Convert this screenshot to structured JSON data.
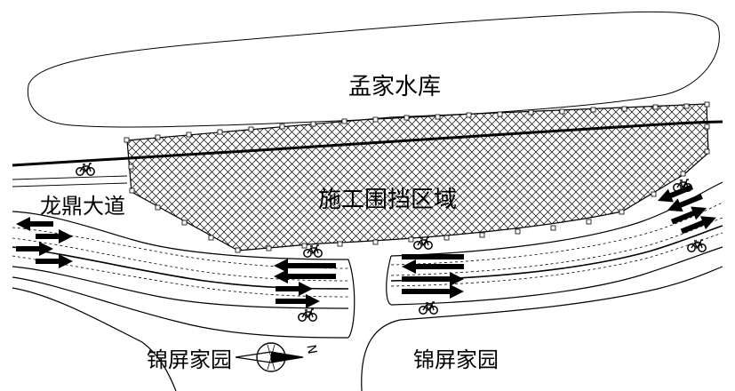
{
  "labels": {
    "reservoir": "孟家水库",
    "construction_zone": "施工围挡区域",
    "road": "龙鼎大道",
    "community_left": "锦屏家园",
    "community_right": "锦屏家园",
    "compass_north": "N"
  },
  "colors": {
    "line": "#000000",
    "background": "#ffffff"
  },
  "icons": {
    "bicycle": "bicycle-icon",
    "arrow": "lane-arrow-icon",
    "compass": "compass-icon"
  }
}
